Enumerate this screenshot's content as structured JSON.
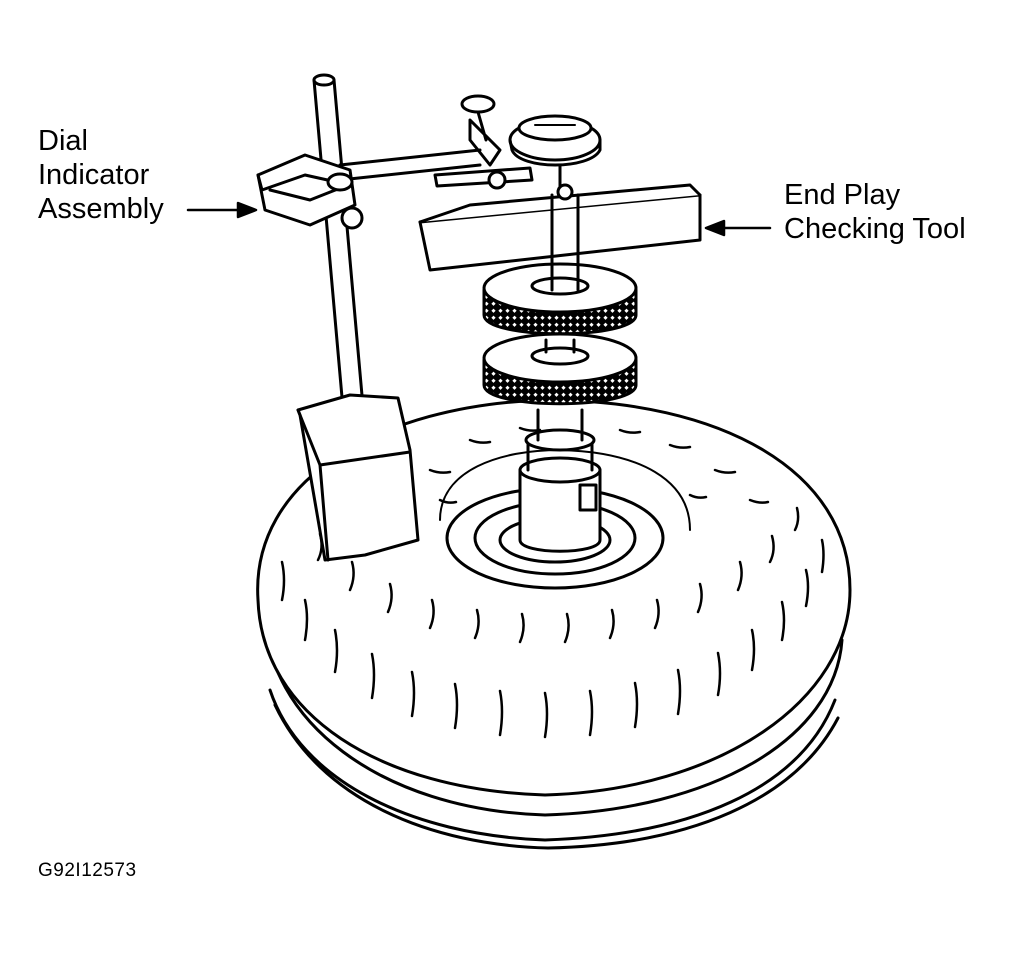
{
  "labels": {
    "dial_indicator_line1": "Dial",
    "dial_indicator_line2": "Indicator",
    "dial_indicator_line3": "Assembly",
    "end_play_line1": "End Play",
    "end_play_line2": "Checking Tool"
  },
  "figure_code": "G92I12573",
  "colors": {
    "ink": "#000000",
    "paper": "#ffffff"
  }
}
